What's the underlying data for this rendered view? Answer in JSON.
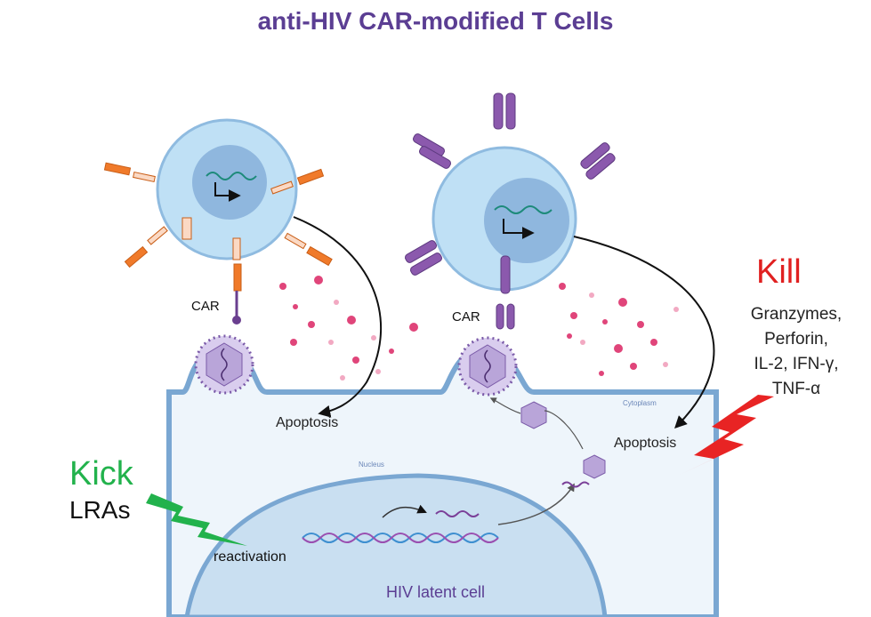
{
  "title": "anti-HIV CAR-modified T Cells",
  "kill": {
    "heading": "Kill",
    "effectors": "Granzymes,\nPerforin,\nIL-2, IFN-γ,\nTNF-α"
  },
  "kick": {
    "heading": "Kick",
    "agent": "LRAs"
  },
  "labels": {
    "car_left": "CAR",
    "car_right": "CAR",
    "apoptosis_left": "Apoptosis",
    "apoptosis_right": "Apoptosis",
    "cytoplasm": "Cytoplasm",
    "nucleus": "Nucleus",
    "reactivation": "reactivation",
    "latent_cell": "HIV latent cell"
  },
  "colors": {
    "title": "#5b3e93",
    "kill": "#e02020",
    "kick": "#22b24c",
    "cell_fill": "#bfe0f5",
    "nucleus_fill": "#8fb7de",
    "car_orange": "#f07a2a",
    "receptor_purple": "#8b59ad",
    "dots": "#e0457a"
  }
}
